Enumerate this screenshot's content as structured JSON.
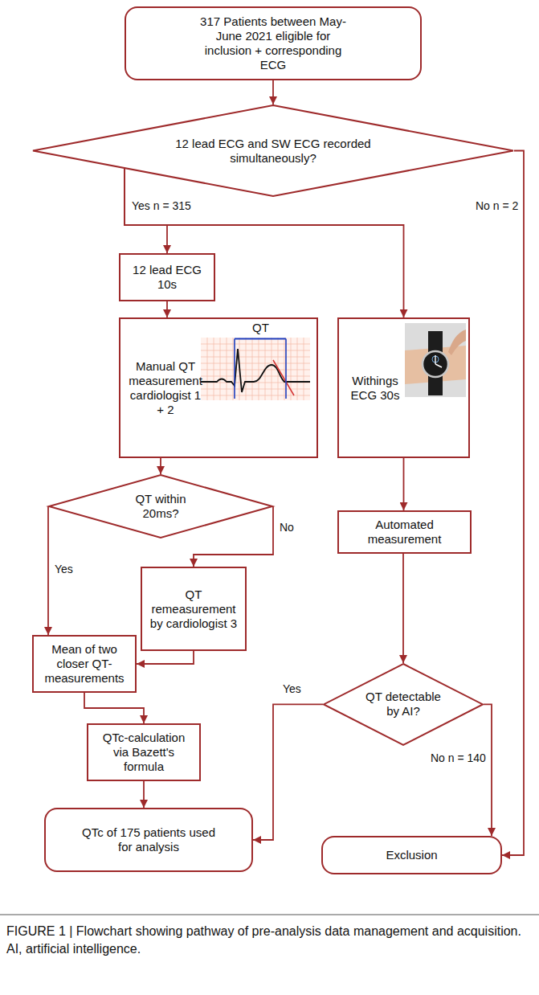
{
  "diagram": {
    "caption": "FIGURE 1 | Flowchart showing pathway of pre-analysis data management and acquisition. AI, artificial intelligence.",
    "nodes": [
      {
        "text": [
          "317 Patients between May-June 2021 eligible for inclusion + corresponding ECG"
        ]
      },
      {
        "text": [
          "12 lead ECG and SW ECG recorded simultaneously?"
        ]
      },
      {
        "text": [
          "12 lead ECG 10s"
        ]
      },
      {
        "text": [
          "Manual QT measurement cardiologist 1 + 2"
        ]
      },
      {
        "text": [
          "Withings ECG 30s"
        ]
      },
      {
        "text": [
          "QT within 20ms?"
        ]
      },
      {
        "text": [
          "QT remeasurement by cardiologist 3"
        ]
      },
      {
        "text": [
          "Mean of two closer QT-measurements"
        ]
      },
      {
        "text": [
          "Automated measurement"
        ]
      },
      {
        "text": [
          "QTc-calculation via Bazett's formula"
        ]
      },
      {
        "text": [
          "QT detectable by AI?"
        ]
      },
      {
        "text": [
          "QTc of 175 patients used for analysis"
        ]
      },
      {
        "text": [
          "Exclusion"
        ]
      }
    ],
    "edges": [
      {
        "from": 0,
        "to": 1,
        "arrow": "to"
      },
      {
        "from": 1,
        "to": 2,
        "arrow": "to",
        "label": "Yes n = 315"
      },
      {
        "from": 1,
        "to": 4,
        "arrow": "to"
      },
      {
        "from": 1,
        "to": 12,
        "arrow": "to",
        "label": "No n = 2"
      },
      {
        "from": 2,
        "to": 3,
        "arrow": "to"
      },
      {
        "from": 3,
        "to": 5,
        "arrow": "to"
      },
      {
        "from": 5,
        "to": 7,
        "arrow": "to",
        "label": "Yes"
      },
      {
        "from": 5,
        "to": 6,
        "arrow": "to",
        "label": "No"
      },
      {
        "from": 6,
        "to": 7,
        "arrow": "to"
      },
      {
        "from": 7,
        "to": 9,
        "arrow": "to"
      },
      {
        "from": 9,
        "to": 11,
        "arrow": "to"
      },
      {
        "from": 4,
        "to": 8,
        "arrow": "to"
      },
      {
        "from": 8,
        "to": 10,
        "arrow": "to"
      },
      {
        "from": 10,
        "to": 11,
        "arrow": "to",
        "label": "Yes"
      },
      {
        "from": 10,
        "to": 12,
        "arrow": "to",
        "label": "No n = 140"
      }
    ],
    "labels": [
      "QT"
    ]
  }
}
